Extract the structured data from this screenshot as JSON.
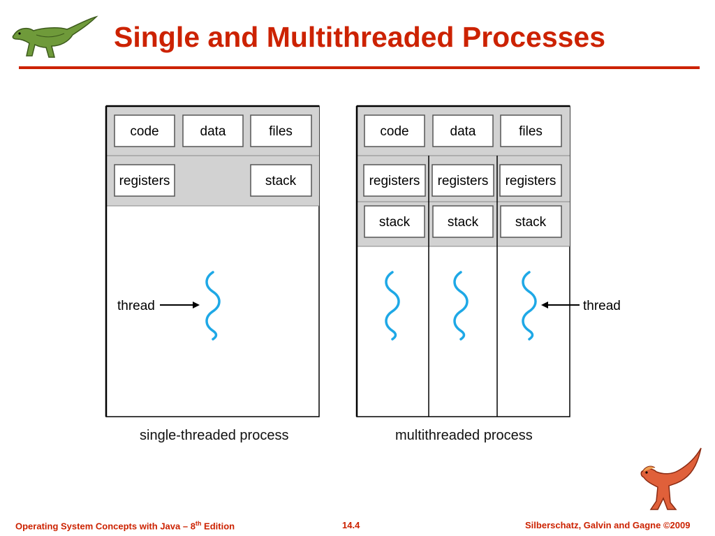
{
  "slide": {
    "title": "Single and Multithreaded Processes"
  },
  "diagram": {
    "shared_labels": [
      "code",
      "data",
      "files"
    ],
    "registers_label": "registers",
    "stack_label": "stack",
    "thread_label": "thread",
    "single_caption": "single-threaded process",
    "multi_caption": "multithreaded process"
  },
  "footer": {
    "book_prefix": "Operating System Concepts with Java – 8",
    "book_sup": "th",
    "book_suffix": " Edition",
    "page": "14.4",
    "copyright": "Silberschatz, Galvin and Gagne ©2009"
  },
  "colors": {
    "title": "#cc2200",
    "panel_gray": "#d2d2d2",
    "thread_wave": "#1ea8e6"
  },
  "icons": {
    "top_left": "green-dinosaur-icon",
    "bottom_right": "red-dinosaur-icon"
  }
}
